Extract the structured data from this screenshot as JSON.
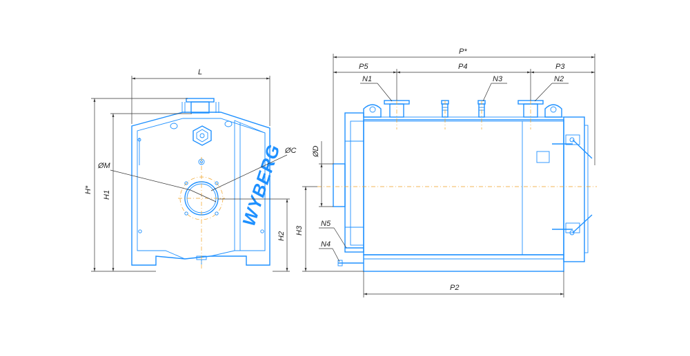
{
  "brand": {
    "name": "WYBERG",
    "color": "#1e90ff"
  },
  "colors": {
    "outline": "#1e90ff",
    "dimension": "#333333",
    "centerline": "#f0a020"
  },
  "front_view": {
    "labels": {
      "width": "L",
      "height_total": "H*",
      "height_1": "H1",
      "height_2": "H2",
      "diameter_m": "ØM",
      "diameter_c": "ØC"
    }
  },
  "side_view": {
    "labels": {
      "length_total": "P*",
      "p5": "P5",
      "p4": "P4",
      "p3": "P3",
      "p2": "P2",
      "h3": "H3",
      "diameter_d": "ØD",
      "n1": "N1",
      "n2": "N2",
      "n3": "N3",
      "n4": "N4",
      "n5": "N5"
    }
  }
}
